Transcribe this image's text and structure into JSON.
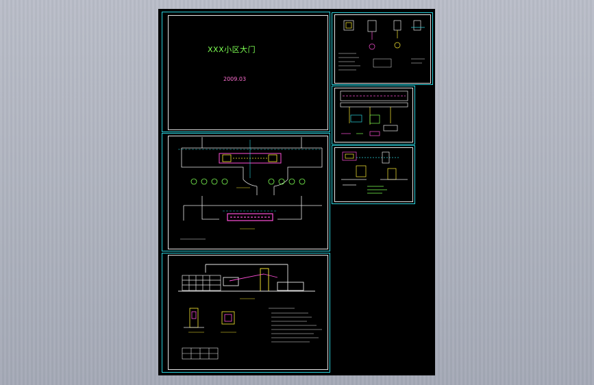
{
  "cover": {
    "title": "XXX小区大门",
    "date": "2009.03"
  },
  "colors": {
    "background": "#a8adba",
    "sheet": "#000000",
    "frame": "#2ad4df",
    "linework": "#e8e8e8",
    "accent_green": "#7dff52",
    "accent_magenta": "#ff4fd8",
    "accent_yellow": "#ffee33",
    "accent_cyan": "#2ad4df"
  },
  "icons": [
    "tree-symbol",
    "table-grid"
  ]
}
